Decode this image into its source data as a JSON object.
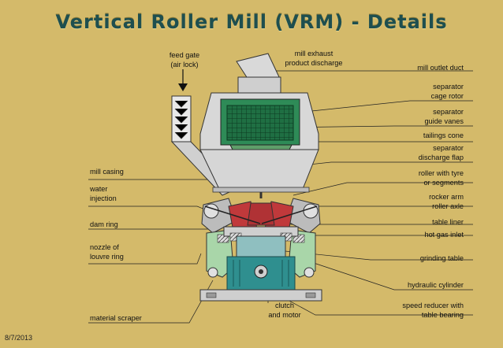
{
  "title": "Vertical Roller Mill (VRM) - Details",
  "date": "8/7/2013",
  "labels": {
    "feed_gate_1": "feed gate",
    "feed_gate_2": "(air lock)",
    "mill_exhaust_1": "mill exhaust",
    "mill_exhaust_2": "product discharge",
    "mill_outlet_duct": "mill outlet duct",
    "separator_cage_rotor_1": "separator",
    "separator_cage_rotor_2": "cage rotor",
    "separator_guide_vanes_1": "separator",
    "separator_guide_vanes_2": "guide vanes",
    "tailings_cone": "tailings cone",
    "discharge_flap_1": "separator",
    "discharge_flap_2": "discharge flap",
    "roller_with_tyre_1": "roller with tyre",
    "roller_with_tyre_2": "or segments",
    "rocker_arm_1": "rocker arm",
    "rocker_arm_2": "roller axle",
    "table_liner": "table liner",
    "hot_gas_inlet": "hot gas inlet",
    "grinding_table": "grinding table",
    "hydraulic_cylinder": "hydraulic cylinder",
    "speed_reducer_1": "speed reducer with",
    "speed_reducer_2": "table bearing",
    "clutch_1": "clutch",
    "clutch_2": "and motor",
    "mill_casing": "mill casing",
    "water_injection_1": "water",
    "water_injection_2": "injection",
    "dam_ring": "dam ring",
    "louvre_ring_1": "nozzle of",
    "louvre_ring_2": "louvre ring",
    "material_scraper": "material scraper"
  },
  "colors": {
    "background": "#d4ba6a",
    "title": "#1e4f4f",
    "separator_green": "#2e8b57",
    "cone_green": "#5f9f6a",
    "roller_red": "#c0393b",
    "casing_grey": "#d8d8d8",
    "side_green": "#9fcf9f",
    "motor_teal": "#2f8f8f"
  }
}
